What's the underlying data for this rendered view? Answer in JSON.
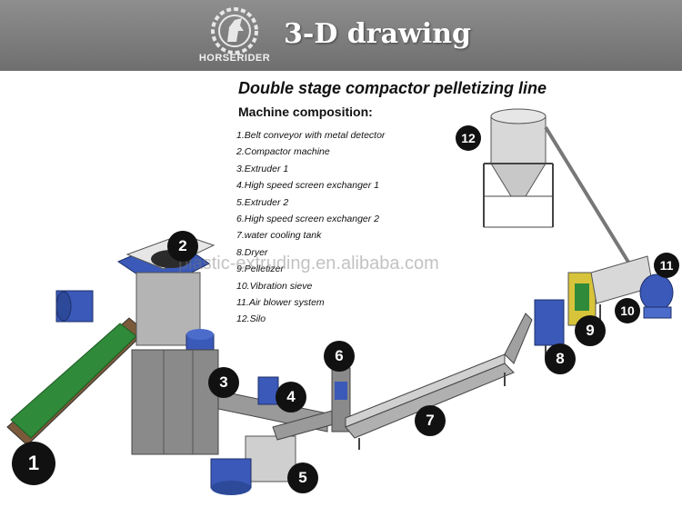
{
  "header": {
    "logo_text": "HORSERIDER",
    "title": "3-D drawing",
    "colors": {
      "bar": "#7d7d7d",
      "title": "#ffffff"
    }
  },
  "diagram": {
    "title": "Double  stage compactor pelletizing line",
    "composition_heading": "Machine composition:",
    "items": [
      "1.Belt conveyor with metal detector",
      "2.Compactor machine",
      "3.Extruder 1",
      "4.High speed screen exchanger 1",
      "5.Extruder 2",
      "6.High speed screen exchanger 2",
      "7.water cooling tank",
      "8.Dryer",
      "9.Pelletizer",
      "10.Vibration sieve",
      "11.Air blower system",
      "12.Silo"
    ],
    "watermark": "plastic-extruding.en.alibaba.com",
    "markers": [
      "1",
      "2",
      "3",
      "4",
      "5",
      "6",
      "7",
      "8",
      "9",
      "10",
      "11",
      "12"
    ],
    "colors": {
      "motor": "#3a59b8",
      "conveyor": "#2f8a3a",
      "frame": "#8a8a8a",
      "badge": "#111111"
    }
  }
}
